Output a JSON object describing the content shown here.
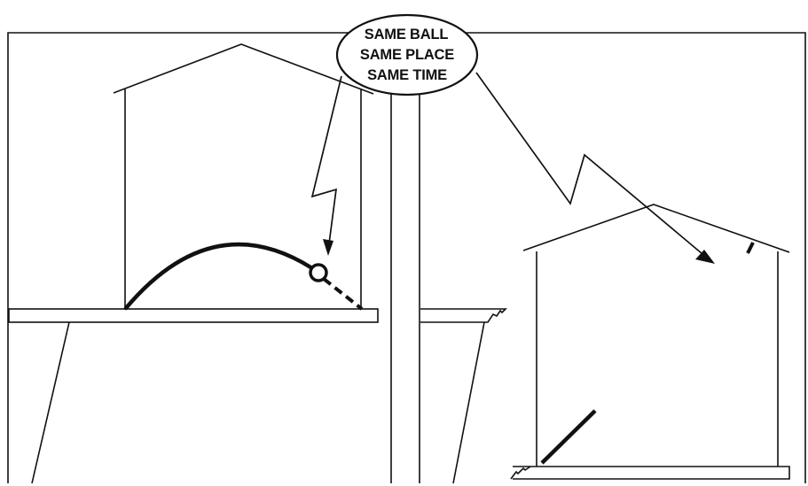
{
  "callout": {
    "lines": [
      "SAME BALL",
      "SAME PLACE",
      "SAME TIME"
    ]
  },
  "colors": {
    "ink": "#111111",
    "background": "#ffffff"
  }
}
